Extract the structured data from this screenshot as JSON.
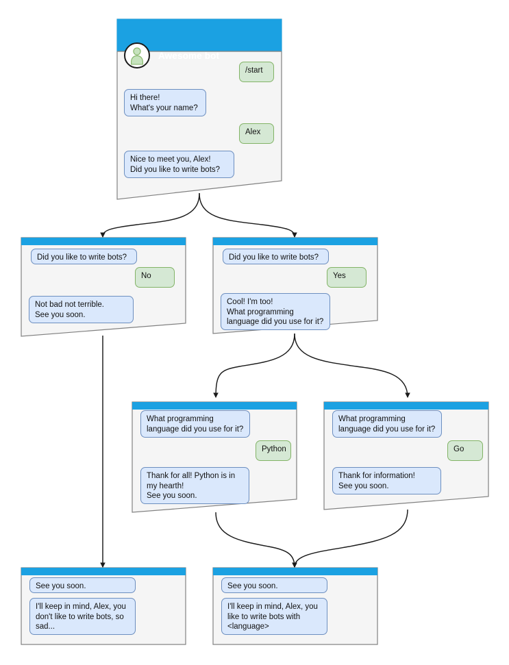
{
  "page": {
    "title": "Awesome bot",
    "background": "#ffffff",
    "type": "bot-conversation-flow-diagram"
  },
  "colors": {
    "header_blue": "#1ba1e2",
    "card_body": "#f5f5f5",
    "card_border": "#808080",
    "bot_bubble_fill": "#dae8fc",
    "bot_bubble_stroke": "#6c8ebf",
    "user_bubble_fill": "#d5e8d4",
    "user_bubble_stroke": "#82b366",
    "connector": "#1a1a1a",
    "avatar_person": "#b9ddb0",
    "avatar_ring": "#1a1a1a",
    "title_text": "#ffffff",
    "bubble_text": "#111111"
  },
  "icons": {
    "avatar": "user-avatar-icon"
  },
  "nodes": [
    {
      "id": "root",
      "name": "start-screen",
      "title": "Awesome bot",
      "has_header_title": true,
      "has_avatar": true,
      "messages": [
        {
          "side": "user",
          "text": "/start"
        },
        {
          "side": "bot",
          "text": "Hi there!\nWhat's your name?"
        },
        {
          "side": "user",
          "text": "Alex"
        },
        {
          "side": "bot",
          "text": "Nice to meet you, Alex!\nDid you like to write bots?"
        }
      ]
    },
    {
      "id": "no",
      "name": "answer-no-screen",
      "messages": [
        {
          "side": "bot",
          "text": "Did you like to write bots?"
        },
        {
          "side": "user",
          "text": "No"
        },
        {
          "side": "bot",
          "text": "Not bad not terrible.\nSee you soon."
        }
      ]
    },
    {
      "id": "yes",
      "name": "answer-yes-screen",
      "messages": [
        {
          "side": "bot",
          "text": "Did you like to write bots?"
        },
        {
          "side": "user",
          "text": "Yes"
        },
        {
          "side": "bot",
          "text": "Cool! I'm too!\nWhat programming\nlanguage did you use for it?"
        }
      ]
    },
    {
      "id": "python",
      "name": "answer-python-screen",
      "messages": [
        {
          "side": "bot",
          "text": "What programming\nlanguage did you use for it?"
        },
        {
          "side": "user",
          "text": "Python"
        },
        {
          "side": "bot",
          "text": "Thank for all! Python is in\nmy hearth!\nSee you soon."
        }
      ]
    },
    {
      "id": "go",
      "name": "answer-go-screen",
      "messages": [
        {
          "side": "bot",
          "text": "What programming\nlanguage did you use for it?"
        },
        {
          "side": "user",
          "text": "Go"
        },
        {
          "side": "bot",
          "text": "Thank for information!\nSee you soon."
        }
      ]
    },
    {
      "id": "end-no",
      "name": "ending-no-screen",
      "messages": [
        {
          "side": "bot",
          "text": "See you soon."
        },
        {
          "side": "bot",
          "text": "I'll keep in mind, Alex, you\ndon't like to write bots, so\nsad..."
        }
      ]
    },
    {
      "id": "end-yes",
      "name": "ending-yes-screen",
      "messages": [
        {
          "side": "bot",
          "text": "See you soon."
        },
        {
          "side": "bot",
          "text": "I'll keep in mind, Alex, you\nlike to write bots with\n<language>"
        }
      ]
    }
  ],
  "edges": [
    {
      "from": "root",
      "to": "no",
      "name": "edge-root-to-no"
    },
    {
      "from": "root",
      "to": "yes",
      "name": "edge-root-to-yes"
    },
    {
      "from": "yes",
      "to": "python",
      "name": "edge-yes-to-python"
    },
    {
      "from": "yes",
      "to": "go",
      "name": "edge-yes-to-go"
    },
    {
      "from": "no",
      "to": "end-no",
      "name": "edge-no-to-ending"
    },
    {
      "from": "python",
      "to": "end-yes",
      "name": "edge-python-to-ending"
    },
    {
      "from": "go",
      "to": "end-yes",
      "name": "edge-go-to-ending"
    }
  ]
}
